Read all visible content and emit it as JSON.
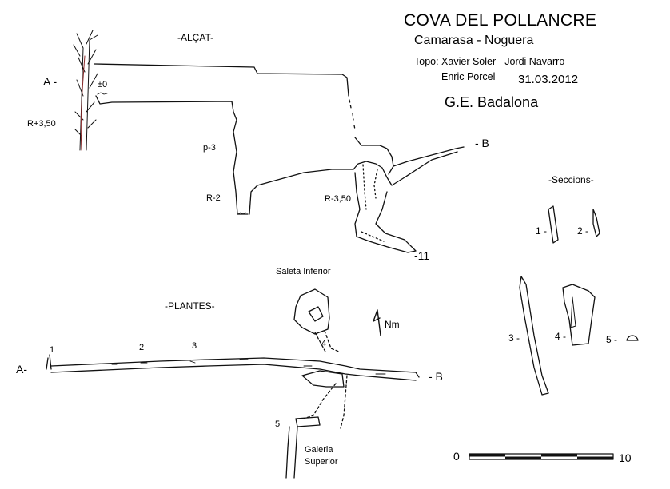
{
  "header": {
    "title": "COVA DEL POLLANCRE",
    "location": "Camarasa - Noguera",
    "topo": "Topo: Xavier Soler -  Jordi Navarro",
    "topo2": "Enric Porcel",
    "date": "31.03.2012",
    "club": "G.E. Badalona"
  },
  "elevation": {
    "title": "-ALÇAT-",
    "point_a": "A -",
    "point_b": "- B",
    "zero": "±0",
    "labels": [
      "R+3,50",
      "p-3",
      "R-2",
      "R-3,50",
      "-11"
    ]
  },
  "sections": {
    "title": "-Seccions-",
    "numbers": [
      "1 -",
      "2 -",
      "3 -",
      "4 -",
      "5 -"
    ]
  },
  "plan": {
    "title": "-PLANTES-",
    "point_a": "A-",
    "point_b": "- B",
    "numbers": [
      "1",
      "2",
      "3",
      "4",
      "5"
    ],
    "saleta": "Saleta Inferior",
    "galeria_1": "Galeria",
    "galeria_2": "Superior",
    "north": "Nm"
  },
  "scale": {
    "min": "0",
    "max": "10"
  }
}
